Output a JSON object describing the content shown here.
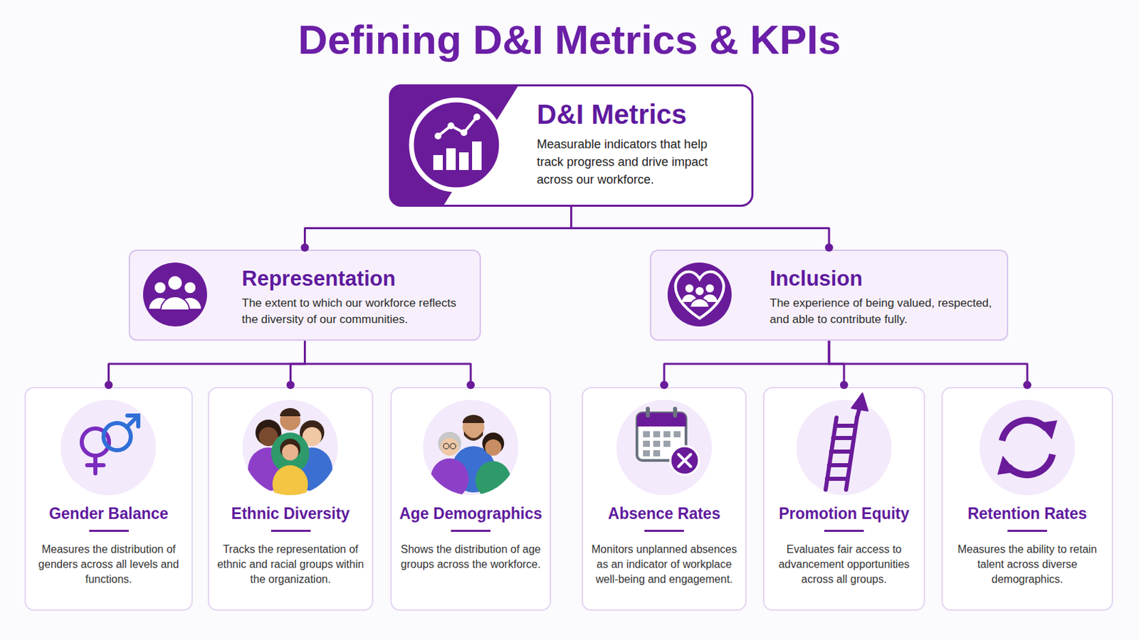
{
  "diagram": {
    "title": "Defining D&I Metrics & KPIs",
    "nodes": [
      {
        "text": [
          "D&I Metrics",
          "Measurable indicators that help track progress and drive impact across our workforce."
        ]
      },
      {
        "text": [
          "Representation",
          "The extent to which our workforce reflects the diversity of our communities."
        ]
      },
      {
        "text": [
          "Inclusion",
          "The experience of being valued, respected, and able to contribute fully."
        ]
      },
      {
        "text": [
          "Gender Balance",
          "Measures the distribution of genders across all levels and functions."
        ]
      },
      {
        "text": [
          "Ethnic Diversity",
          "Tracks the representation of ethnic and racial groups within the organization."
        ]
      },
      {
        "text": [
          "Age Demographics",
          "Shows the distribution of age groups across the workforce."
        ]
      },
      {
        "text": [
          "Absence Rates",
          "Monitors unplanned absences as an indicator of workplace well-being and engagement."
        ]
      },
      {
        "text": [
          "Promotion Equity",
          "Evaluates fair access to advancement opportunities across all groups."
        ]
      },
      {
        "text": [
          "Retention Rates",
          "Measures the ability to retain talent across diverse demographics."
        ]
      }
    ],
    "edges": [
      {
        "from": 0,
        "to": 1,
        "arrow": "none"
      },
      {
        "from": 0,
        "to": 2,
        "arrow": "none"
      },
      {
        "from": 1,
        "to": 3,
        "arrow": "none"
      },
      {
        "from": 1,
        "to": 4,
        "arrow": "none"
      },
      {
        "from": 1,
        "to": 5,
        "arrow": "none"
      },
      {
        "from": 2,
        "to": 6,
        "arrow": "none"
      },
      {
        "from": 2,
        "to": 7,
        "arrow": "none"
      },
      {
        "from": 2,
        "to": 8,
        "arrow": "none"
      }
    ]
  }
}
